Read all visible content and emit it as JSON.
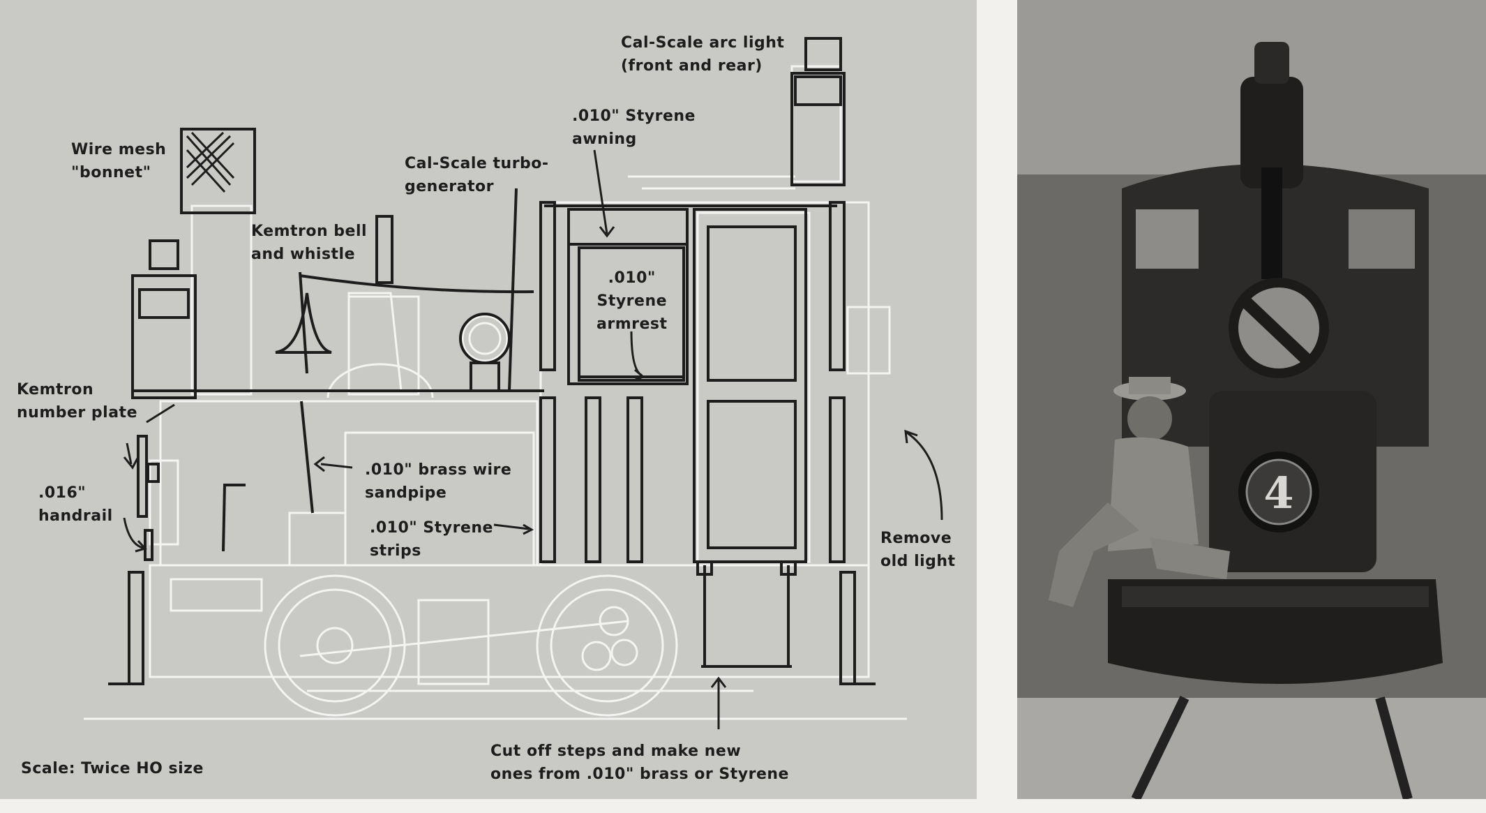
{
  "diagram": {
    "labels": {
      "arc_light": "Cal-Scale arc light\n(front and rear)",
      "awning": ".010\" Styrene\nawning",
      "bonnet": "Wire mesh\n\"bonnet\"",
      "turbo": "Cal-Scale turbo-\ngenerator",
      "bell": "Kemtron bell\nand whistle",
      "armrest": ".010\"\nStyrene\narmrest",
      "number_plate": "Kemtron\nnumber plate",
      "sandpipe": ".010\" brass wire\nsandpipe",
      "strips": ".010\" Styrene\nstrips",
      "handrail": ".016\"\nhandrail",
      "remove_light": "Remove\nold light",
      "steps": "Cut off steps and make new\nones from .010\" brass or Styrene",
      "scale": "Scale: Twice HO size"
    },
    "colors": {
      "background": "#c9c9c6",
      "ink": "#1d1d1d",
      "highlight": "#f4f4f2"
    }
  },
  "photo": {
    "number_plate_text": "4"
  }
}
